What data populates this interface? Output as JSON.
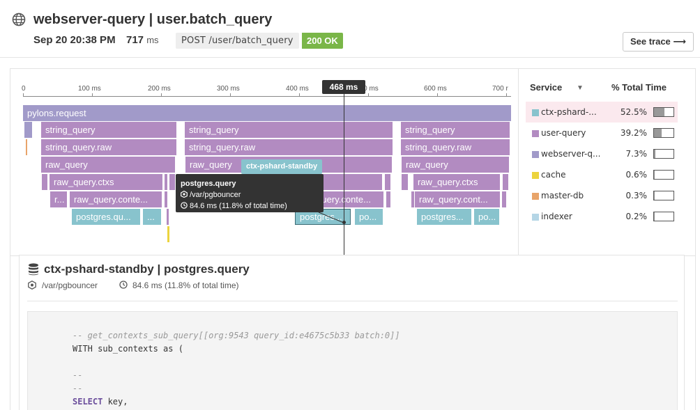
{
  "header": {
    "title": "webserver-query | user.batch_query",
    "date": "Sep 20 20:38 PM",
    "duration_value": "717",
    "duration_unit": "ms",
    "endpoint": "POST /user/batch_query",
    "status": "200 OK",
    "see_trace_label": "See trace ⟶"
  },
  "colors": {
    "status_ok": "#7ab648",
    "span_purple": "#b28bc1",
    "span_lavender": "#a19ac9",
    "span_teal": "#88c3cd",
    "span_orange": "#e8a46a",
    "span_yellow": "#ecd43e",
    "highlight_row": "#fbe9ee"
  },
  "flame": {
    "ticks": [
      "0",
      "100 ms",
      "200 ms",
      "300 ms",
      "400 ms",
      "500 ms",
      "600 ms",
      "700 r"
    ],
    "cursor_label": "468 ms",
    "spans": {
      "root": "pylons.request",
      "string_query": "string_query",
      "string_query_raw": "string_query.raw",
      "raw_query": "raw_query",
      "raw_query_ctxs": "raw_query.ctxs",
      "raw_query_ctxs_partial": "query.ctxs",
      "raw_query_conte_1": "raw_query.conte...",
      "raw_query_conte_2": "raw_query.conte...",
      "raw_query_cont_3": "raw_query.cont...",
      "r_short": "r...",
      "postgres_qu": "postgres.qu...",
      "postgres_trunc": "postgres...",
      "postgres_trunc_2": "postgres...",
      "po": "po...",
      "ellipsis": "..."
    },
    "hover_label": "ctx-pshard-standby",
    "tooltip": {
      "title": "postgres.query",
      "host": "/var/pgbouncer",
      "time": "84.6 ms  (11.8% of total time)"
    }
  },
  "services": {
    "header_service": "Service",
    "header_sort_icon": "▼",
    "header_pct": "% Total Time",
    "rows": [
      {
        "name": "ctx-pshard-...",
        "pct": "52.5%",
        "color": "#88c3cd",
        "fraction": 0.525
      },
      {
        "name": "user-query",
        "pct": "39.2%",
        "color": "#b28bc1",
        "fraction": 0.392
      },
      {
        "name": "webserver-q...",
        "pct": "7.3%",
        "color": "#a19ac9",
        "fraction": 0.073
      },
      {
        "name": "cache",
        "pct": "0.6%",
        "color": "#ecd43e",
        "fraction": 0.006
      },
      {
        "name": "master-db",
        "pct": "0.3%",
        "color": "#e8a46a",
        "fraction": 0.003
      },
      {
        "name": "indexer",
        "pct": "0.2%",
        "color": "#b5d6e6",
        "fraction": 0.002
      }
    ]
  },
  "detail": {
    "title": "ctx-pshard-standby | postgres.query",
    "host": "/var/pgbouncer",
    "time": "84.6 ms (11.8% of total time)",
    "code": {
      "line1": "-- get_contexts_sub_query[[org:9543 query_id:e4675c5b33 batch:0]]",
      "line2": "WITH sub_contexts as (",
      "line3": "--",
      "line4": "--",
      "line5_kw": "SELECT",
      "line5_rest": " key,"
    }
  }
}
